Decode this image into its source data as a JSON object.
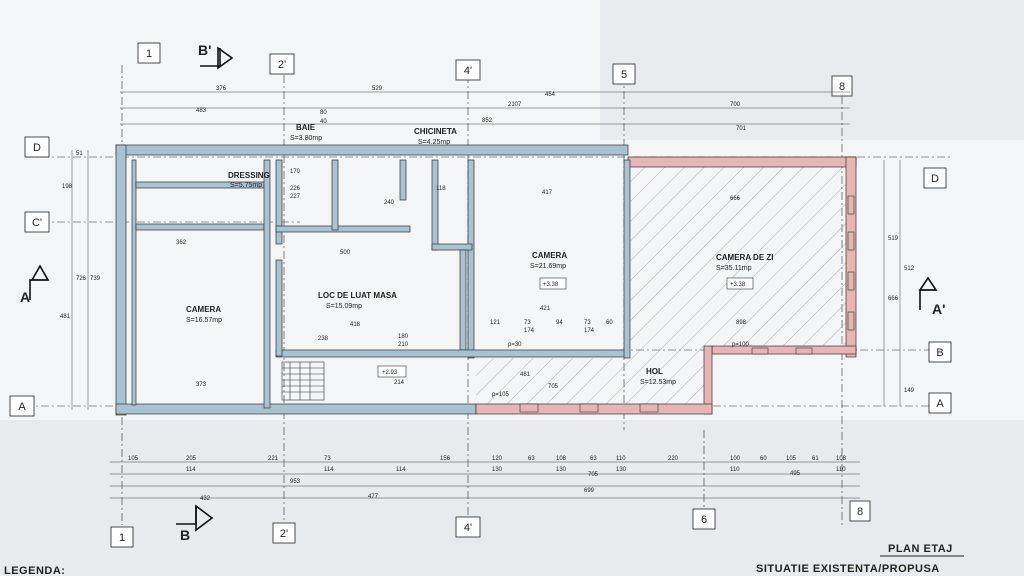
{
  "grid_columns": [
    "1",
    "2'",
    "4'",
    "5",
    "6",
    "8"
  ],
  "grid_rows": [
    "D",
    "C'",
    "B",
    "A"
  ],
  "section_marks": {
    "b_top": "B'",
    "b_bottom": "B",
    "a_left": "A",
    "a_right": "A'"
  },
  "rooms": [
    {
      "name": "BAIE",
      "area": "S=3.80mp"
    },
    {
      "name": "CHICINETA",
      "area": "S=4.25mp"
    },
    {
      "name": "DRESSING",
      "area": "S=5.75mp"
    },
    {
      "name": "CAMERA",
      "area": "S=16.57mp"
    },
    {
      "name": "LOC DE LUAT MASA",
      "area": "S=15.09mp"
    },
    {
      "name": "CAMERA",
      "area": "S=21.69mp"
    },
    {
      "name": "CAMERA DE ZI",
      "area": "S=35.11mp"
    },
    {
      "name": "HOL",
      "area": "S=12.53mp"
    }
  ],
  "levels": [
    "+3.38",
    "+3.38",
    "+2.93"
  ],
  "top_dims": {
    "row1": [
      "376",
      "529",
      "454",
      "700"
    ],
    "row2": [
      "483",
      "2107"
    ],
    "row3": [
      "80",
      "40",
      "852",
      "701"
    ]
  },
  "bottom_dims": {
    "row1": [
      "105",
      "205",
      "221",
      "73",
      "156",
      "120",
      "63",
      "108",
      "63",
      "110",
      "220",
      "100",
      "60",
      "105",
      "61",
      "108"
    ],
    "row2": [
      "114",
      "114",
      "114",
      "130",
      "130",
      "130",
      "110",
      "110"
    ],
    "row3": [
      "953",
      "705",
      "495"
    ],
    "row4": [
      "432",
      "477",
      "699"
    ]
  },
  "interior_dims": [
    "226",
    "227",
    "240",
    "118",
    "417",
    "666",
    "362",
    "500",
    "418",
    "421",
    "898",
    "373",
    "214",
    "481",
    "705",
    "238",
    "180",
    "210",
    "121",
    "73",
    "174",
    "94",
    "73",
    "174",
    "60",
    "170",
    "p=30",
    "p=105",
    "p=100"
  ],
  "side_dims_left": [
    "51",
    "198",
    "726",
    "481",
    "739"
  ],
  "side_dims_right": [
    "519",
    "512",
    "666",
    "149"
  ],
  "title_block": {
    "title": "PLAN ETAJ",
    "subtitle": "SITUATIE EXISTENTA/PROPUSA"
  },
  "legend": "LEGENDA:",
  "colors": {
    "wall": "#a8c2d1",
    "new_wall": "#e7b5b5",
    "hatch": "#999999",
    "paper": "#f4f5f7"
  }
}
